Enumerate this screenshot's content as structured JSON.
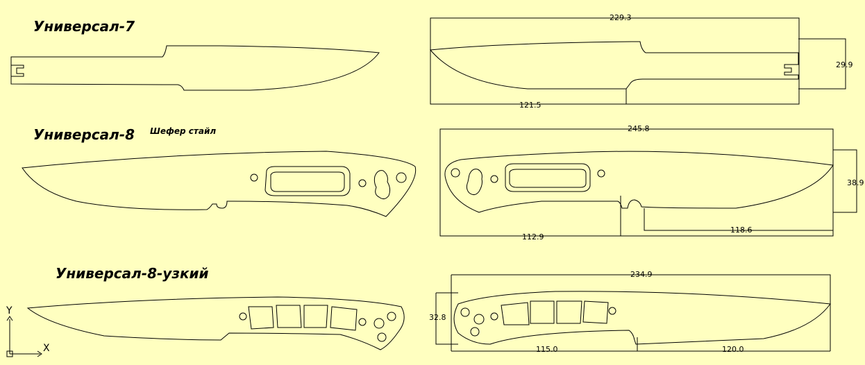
{
  "titles": {
    "knife7": "Универсал-7",
    "knife8": "Универсал-8",
    "knife8_note": "Шефер стайл",
    "knife8n": "Универсал-8-узкий"
  },
  "dimensions": {
    "k7_length": "229.3",
    "k7_height": "29.9",
    "k7_blade": "121.5",
    "k8_length": "245.8",
    "k8_height": "38.9",
    "k8_handle": "112.9",
    "k8_blade": "118.6",
    "k8n_length": "234.9",
    "k8n_height": "32.8",
    "k8n_handle": "115.0",
    "k8n_blade": "120.0"
  },
  "ucs": {
    "y_label": "Y",
    "x_label": "X"
  },
  "colors": {
    "background": "#FFFFC0",
    "line": "#000000"
  }
}
